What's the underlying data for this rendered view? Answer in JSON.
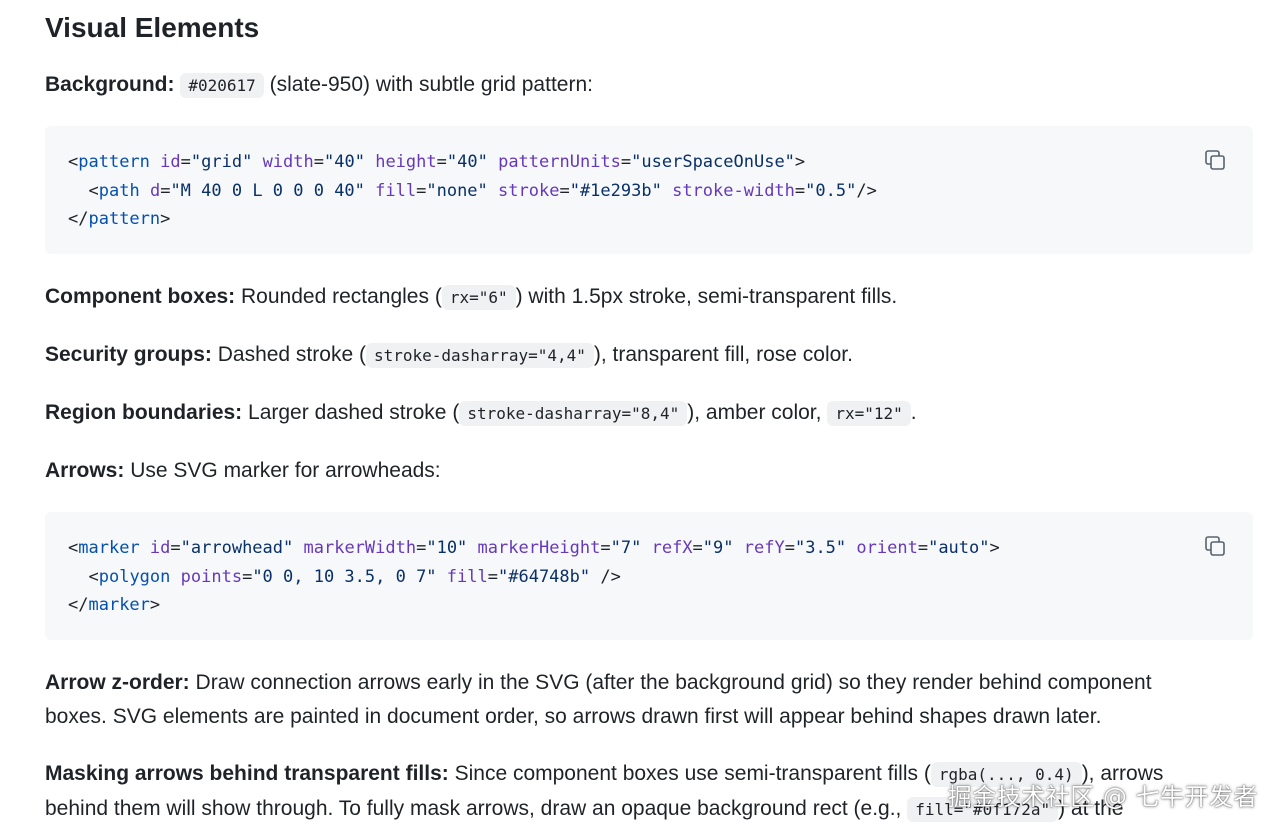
{
  "heading": "Visual Elements",
  "background": {
    "label": "Background:",
    "code": "#020617",
    "text": "(slate-950) with subtle grid pattern:"
  },
  "code_block_1": {
    "l1": {
      "tag": "pattern",
      "a1": "id",
      "v1": "\"grid\"",
      "a2": "width",
      "v2": "\"40\"",
      "a3": "height",
      "v3": "\"40\"",
      "a4": "patternUnits",
      "v4": "\"userSpaceOnUse\""
    },
    "l2": {
      "tag": "path",
      "a1": "d",
      "v1": "\"M 40 0 L 0 0 0 40\"",
      "a2": "fill",
      "v2": "\"none\"",
      "a3": "stroke",
      "v3": "\"#1e293b\"",
      "a4": "stroke-width",
      "v4": "\"0.5\""
    },
    "l3": {
      "tag": "pattern"
    }
  },
  "component_boxes": {
    "label": "Component boxes:",
    "t1": "Rounded rectangles (",
    "code": "rx=\"6\"",
    "t2": ") with 1.5px stroke, semi-transparent fills."
  },
  "security_groups": {
    "label": "Security groups:",
    "t1": "Dashed stroke (",
    "code": "stroke-dasharray=\"4,4\"",
    "t2": "), transparent fill, rose color."
  },
  "region_boundaries": {
    "label": "Region boundaries:",
    "t1": "Larger dashed stroke (",
    "code1": "stroke-dasharray=\"8,4\"",
    "t2": "), amber color,",
    "code2": "rx=\"12\"",
    "t3": "."
  },
  "arrows": {
    "label": "Arrows:",
    "text": "Use SVG marker for arrowheads:"
  },
  "code_block_2": {
    "l1": {
      "tag": "marker",
      "a1": "id",
      "v1": "\"arrowhead\"",
      "a2": "markerWidth",
      "v2": "\"10\"",
      "a3": "markerHeight",
      "v3": "\"7\"",
      "a4": "refX",
      "v4": "\"9\"",
      "a5": "refY",
      "v5": "\"3.5\"",
      "a6": "orient",
      "v6": "\"auto\""
    },
    "l2": {
      "tag": "polygon",
      "a1": "points",
      "v1": "\"0 0, 10 3.5, 0 7\"",
      "a2": "fill",
      "v2": "\"#64748b\""
    },
    "l3": {
      "tag": "marker"
    }
  },
  "arrow_zorder": {
    "label": "Arrow z-order:",
    "line1": "Draw connection arrows early in the SVG (after the background grid) so they render behind component",
    "line2": "boxes. SVG elements are painted in document order, so arrows drawn first will appear behind shapes drawn later."
  },
  "masking": {
    "label": "Masking arrows behind transparent fills:",
    "t1": "Since component boxes use semi-transparent fills (",
    "code1": "rgba(..., 0.4)",
    "t2": "), arrows",
    "t3": "behind them will show through. To fully mask arrows, draw an opaque background rect (e.g.,",
    "code2": "fill=\"#0f172a\"",
    "t4": ") at the"
  },
  "watermark": "掘金技术社区 @ 七牛开发者"
}
